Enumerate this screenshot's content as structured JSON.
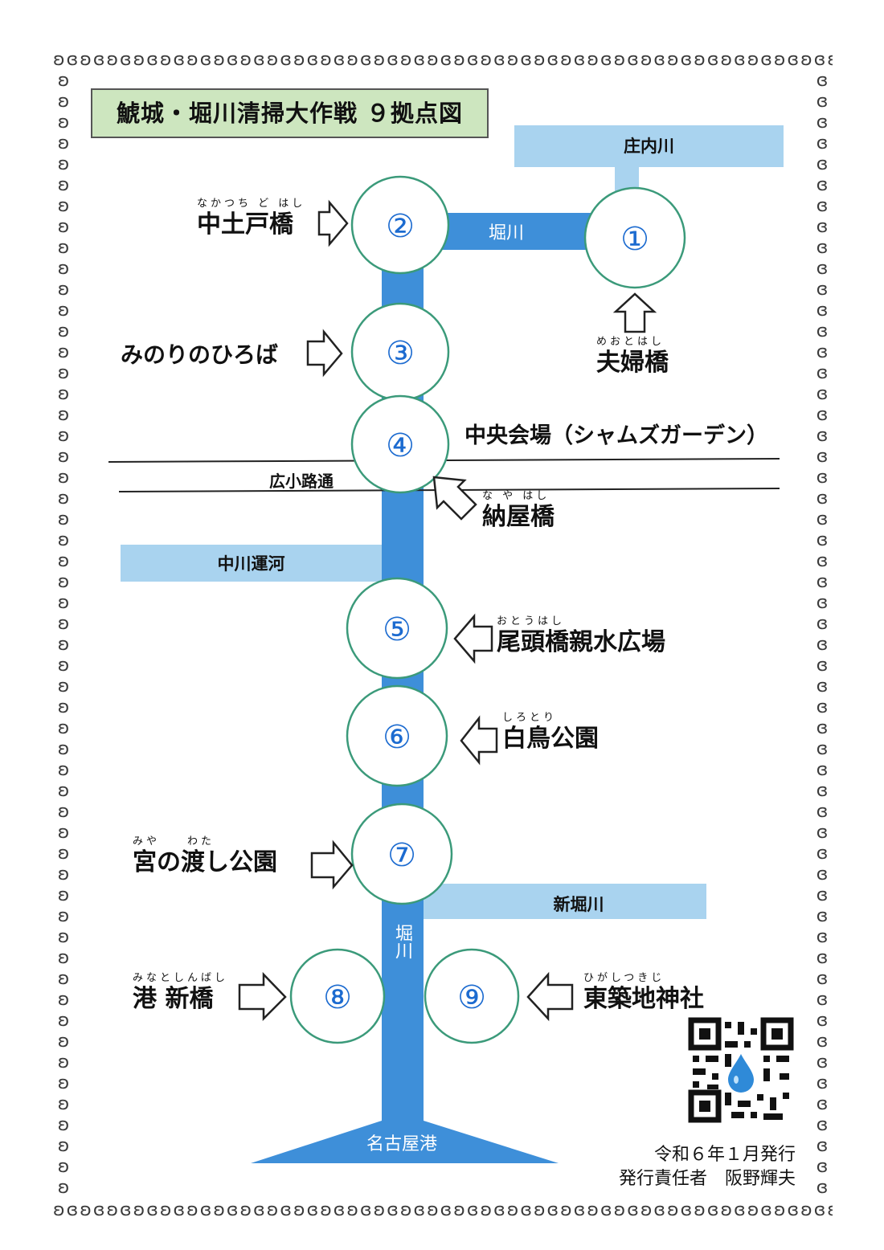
{
  "title": "鯱城・堀川清掃大作戦 ９拠点図",
  "rivers": {
    "shonai": "庄内川",
    "horikawa_top": "堀川",
    "hirokoji": "広小路通",
    "nakagawa": "中川運河",
    "shinhorikawa": "新堀川",
    "horikawa_vertical": "堀川",
    "port": "名古屋港"
  },
  "sites": [
    {
      "num": "①",
      "name": "夫婦橋",
      "ruby": "めおとはし"
    },
    {
      "num": "②",
      "name": "中土戸橋",
      "ruby": "なかつち ど はし"
    },
    {
      "num": "③",
      "name": "みのりのひろば",
      "ruby": ""
    },
    {
      "num": "④",
      "name": "中央会場（シャムズガーデン）",
      "ruby": ""
    },
    {
      "num": "⑤",
      "name": "尾頭橋親水広場",
      "ruby": "おとうはし"
    },
    {
      "num": "⑥",
      "name": "白鳥公園",
      "ruby": "しろとり"
    },
    {
      "num": "⑦",
      "name": "宮の渡し公園",
      "ruby": "みや　　わた"
    },
    {
      "num": "⑧",
      "name": "港 新橋",
      "ruby": "みなとしんばし"
    },
    {
      "num": "⑨",
      "name": "東築地神社",
      "ruby": "ひがしつきじ"
    }
  ],
  "extra_place": {
    "name": "納屋橋",
    "ruby": "な や はし"
  },
  "footer": {
    "issued": "令和６年１月発行",
    "publisher": "発行責任者　阪野輝夫"
  },
  "colors": {
    "river_main": "#3e8fd9",
    "river_light": "#a9d3ef",
    "circle_stroke": "#3b9a7a",
    "circle_text": "#1c6bd0",
    "title_bg": "#cde6bf"
  }
}
